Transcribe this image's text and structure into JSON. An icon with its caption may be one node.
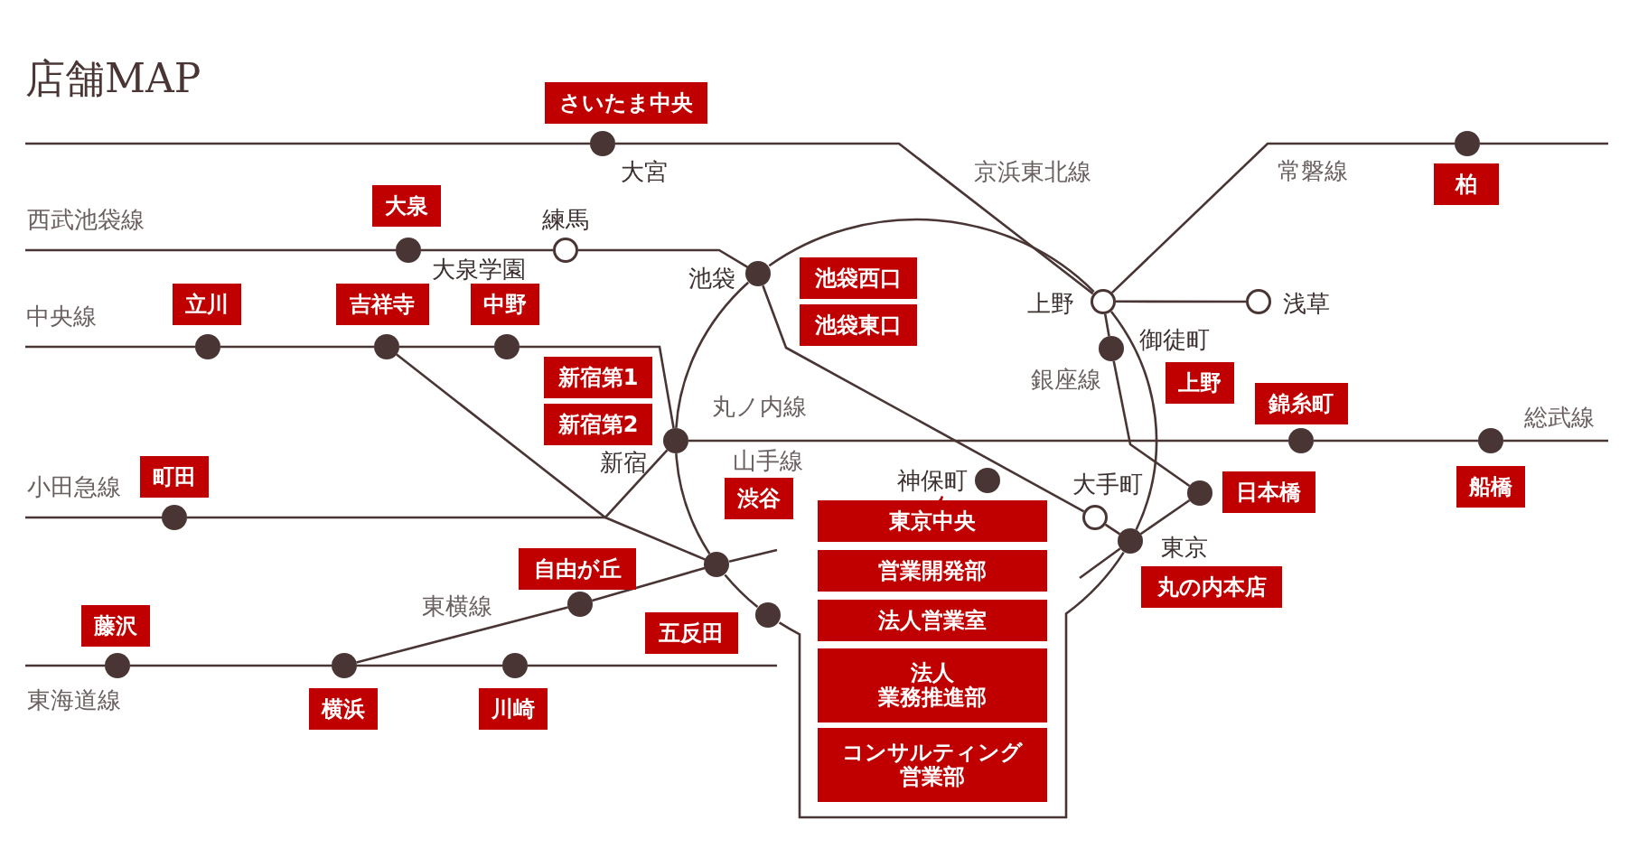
{
  "diagram": {
    "title": "店舗MAP",
    "nodes": [
      {
        "text": [
          "さいたま中央"
        ]
      },
      {
        "text": [],
        "shape": "circle",
        "beside": [
          "大宮"
        ]
      },
      {
        "text": [],
        "shape": "circle"
      },
      {
        "text": [
          "柏"
        ]
      },
      {
        "text": [
          "大泉"
        ]
      },
      {
        "text": [],
        "shape": "ring",
        "beside": [
          "練馬"
        ]
      },
      {
        "text": [],
        "shape": "circle",
        "beside": [
          "大泉学園"
        ]
      },
      {
        "text": [
          "池袋西口"
        ]
      },
      {
        "text": [],
        "shape": "circle",
        "beside": [
          "池袋"
        ]
      },
      {
        "text": [
          "池袋東口"
        ]
      },
      {
        "text": [],
        "shape": "ring",
        "beside": [
          "上野"
        ]
      },
      {
        "text": [],
        "shape": "ring",
        "beside": [
          "浅草"
        ]
      },
      {
        "text": [
          "立川"
        ]
      },
      {
        "text": [
          "吉祥寺"
        ]
      },
      {
        "text": [
          "中野"
        ]
      },
      {
        "text": [],
        "shape": "circle"
      },
      {
        "text": [],
        "shape": "circle"
      },
      {
        "text": [],
        "shape": "circle"
      },
      {
        "text": [],
        "shape": "circle",
        "beside": [
          "御徒町"
        ]
      },
      {
        "text": [
          "新宿第1"
        ]
      },
      {
        "text": [
          "上野"
        ]
      },
      {
        "text": [
          "新宿第2"
        ]
      },
      {
        "text": [
          "錦糸町"
        ]
      },
      {
        "text": [],
        "shape": "circle",
        "beside": [
          "新宿"
        ]
      },
      {
        "text": [],
        "shape": "circle"
      },
      {
        "text": [],
        "shape": "circle"
      },
      {
        "text": [
          "町田"
        ]
      },
      {
        "text": [
          "神保町"
        ]
      },
      {
        "text": [],
        "shape": "circle"
      },
      {
        "text": [
          "船橋"
        ]
      },
      {
        "text": [
          "日本橋"
        ]
      },
      {
        "text": [],
        "shape": "circle"
      },
      {
        "text": [],
        "shape": "ring",
        "beside": [
          "大手町"
        ]
      },
      {
        "text": [
          "東京中央"
        ]
      },
      {
        "text": [
          "渋谷"
        ]
      },
      {
        "text": [],
        "shape": "circle",
        "beside": [
          "東京"
        ]
      },
      {
        "text": [
          "丸の内本店"
        ]
      },
      {
        "text": [
          "自由が丘"
        ]
      },
      {
        "text": [],
        "shape": "circle"
      },
      {
        "text": [
          "営業開発部"
        ]
      },
      {
        "text": [],
        "shape": "circle"
      },
      {
        "text": [
          "五反田"
        ]
      },
      {
        "text": [],
        "shape": "circle"
      },
      {
        "text": [
          "法人営業室"
        ]
      },
      {
        "text": [
          "藤沢"
        ]
      },
      {
        "text": [],
        "shape": "circle"
      },
      {
        "text": [],
        "shape": "circle"
      },
      {
        "text": [],
        "shape": "circle"
      },
      {
        "text": [
          "法人業務推進部"
        ]
      },
      {
        "text": [
          "横浜"
        ]
      },
      {
        "text": [
          "川崎"
        ]
      },
      {
        "text": [
          "コンサルティング営業部"
        ]
      }
    ],
    "edges": [
      {
        "from": null,
        "to": 1,
        "arrow": "none"
      },
      {
        "from": 1,
        "to": 10,
        "arrow": "none"
      },
      {
        "from": 10,
        "to": 2,
        "arrow": "none"
      },
      {
        "from": 2,
        "to": null,
        "arrow": "none"
      },
      {
        "from": null,
        "to": 6,
        "arrow": "none"
      },
      {
        "from": 6,
        "to": 5,
        "arrow": "none"
      },
      {
        "from": 5,
        "to": 8,
        "arrow": "none"
      },
      {
        "from": 10,
        "to": 11,
        "arrow": "none"
      },
      {
        "from": null,
        "to": 15,
        "arrow": "none"
      },
      {
        "from": 15,
        "to": 16,
        "arrow": "none"
      },
      {
        "from": 16,
        "to": 17,
        "arrow": "none"
      },
      {
        "from": 17,
        "to": 23,
        "arrow": "none"
      },
      {
        "from": 23,
        "to": 24,
        "arrow": "none"
      },
      {
        "from": 24,
        "to": 25,
        "arrow": "none"
      },
      {
        "from": 25,
        "to": null,
        "arrow": "none"
      },
      {
        "from": null,
        "to": 31,
        "arrow": "none"
      },
      {
        "from": 31,
        "to": 23,
        "arrow": "none"
      },
      {
        "from": 16,
        "to": 38,
        "arrow": "none"
      },
      {
        "from": 8,
        "to": 32,
        "arrow": "none"
      },
      {
        "from": 32,
        "to": 35,
        "arrow": "none"
      },
      {
        "from": 10,
        "to": 18,
        "arrow": "none"
      },
      {
        "from": 18,
        "to": 28,
        "arrow": "none"
      },
      {
        "from": 28,
        "to": 35,
        "arrow": "none"
      },
      {
        "from": 35,
        "to": null,
        "arrow": "none"
      },
      {
        "from": null,
        "to": 45,
        "arrow": "none"
      },
      {
        "from": 45,
        "to": 46,
        "arrow": "none"
      },
      {
        "from": 46,
        "to": 47,
        "arrow": "none"
      },
      {
        "from": 47,
        "to": null,
        "arrow": "none"
      },
      {
        "from": 46,
        "to": 40,
        "arrow": "none"
      },
      {
        "from": 40,
        "to": 38,
        "arrow": "none"
      },
      {
        "from": 38,
        "to": null,
        "arrow": "none"
      },
      {
        "from": 10,
        "to": 8,
        "arrow": "none"
      },
      {
        "from": 8,
        "to": 23,
        "arrow": "none"
      },
      {
        "from": 23,
        "to": 38,
        "arrow": "none"
      },
      {
        "from": 38,
        "to": 42,
        "arrow": "none"
      },
      {
        "from": 42,
        "to": 35,
        "arrow": "none"
      },
      {
        "from": 35,
        "to": 10,
        "arrow": "none"
      },
      {
        "from": 33,
        "to": 27,
        "arrow": "to",
        "color": "#c00000"
      }
    ],
    "labels": [
      "京浜東北線",
      "常磐線",
      "西武池袋線",
      "中央線",
      "銀座線",
      "丸ノ内線",
      "総武線",
      "山手線",
      "小田急線",
      "東横線",
      "東海道線"
    ]
  }
}
